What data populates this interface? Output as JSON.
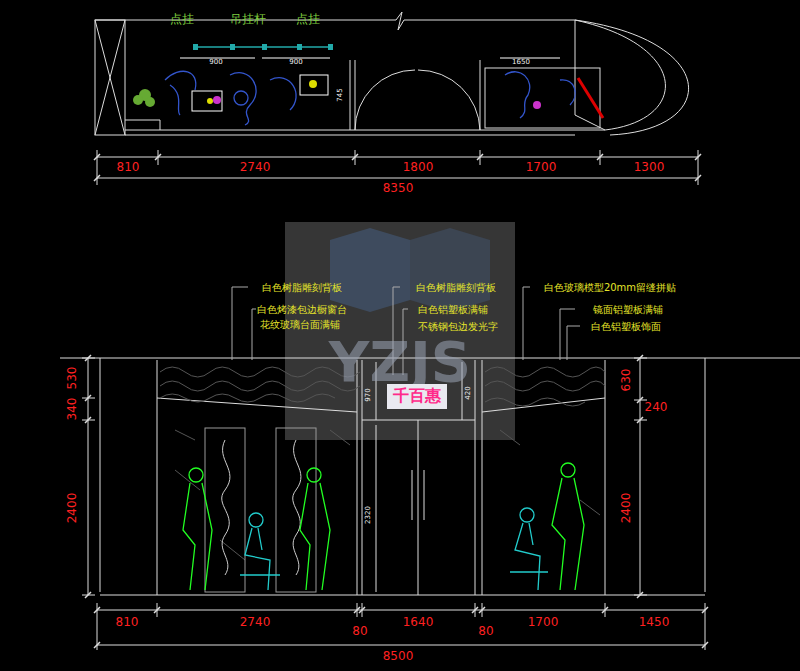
{
  "diagram": {
    "nodes": [
      {
        "text": [
          "千百惠"
        ]
      }
    ],
    "labels": [
      "点挂",
      "吊挂杆",
      "点挂",
      "900",
      "900",
      "1650",
      "745",
      "810",
      "2740",
      "1800",
      "1700",
      "1300",
      "8350",
      "白色树脂雕刻背板",
      "白色烤漆包边橱窗台",
      "花纹玻璃台面满铺",
      "白色树脂雕刻背板",
      "白色铝塑板满铺",
      "不锈钢包边发光字",
      "白色玻璃模型20mm留缝拼贴",
      "镜面铝塑板满铺",
      "白色铝塑板饰面",
      "530",
      "340",
      "2400",
      "630",
      "240",
      "2400",
      "970",
      "420",
      "2320",
      "810",
      "2740",
      "80",
      "1640",
      "80",
      "1700",
      "1450",
      "8500",
      "YZJS"
    ]
  }
}
